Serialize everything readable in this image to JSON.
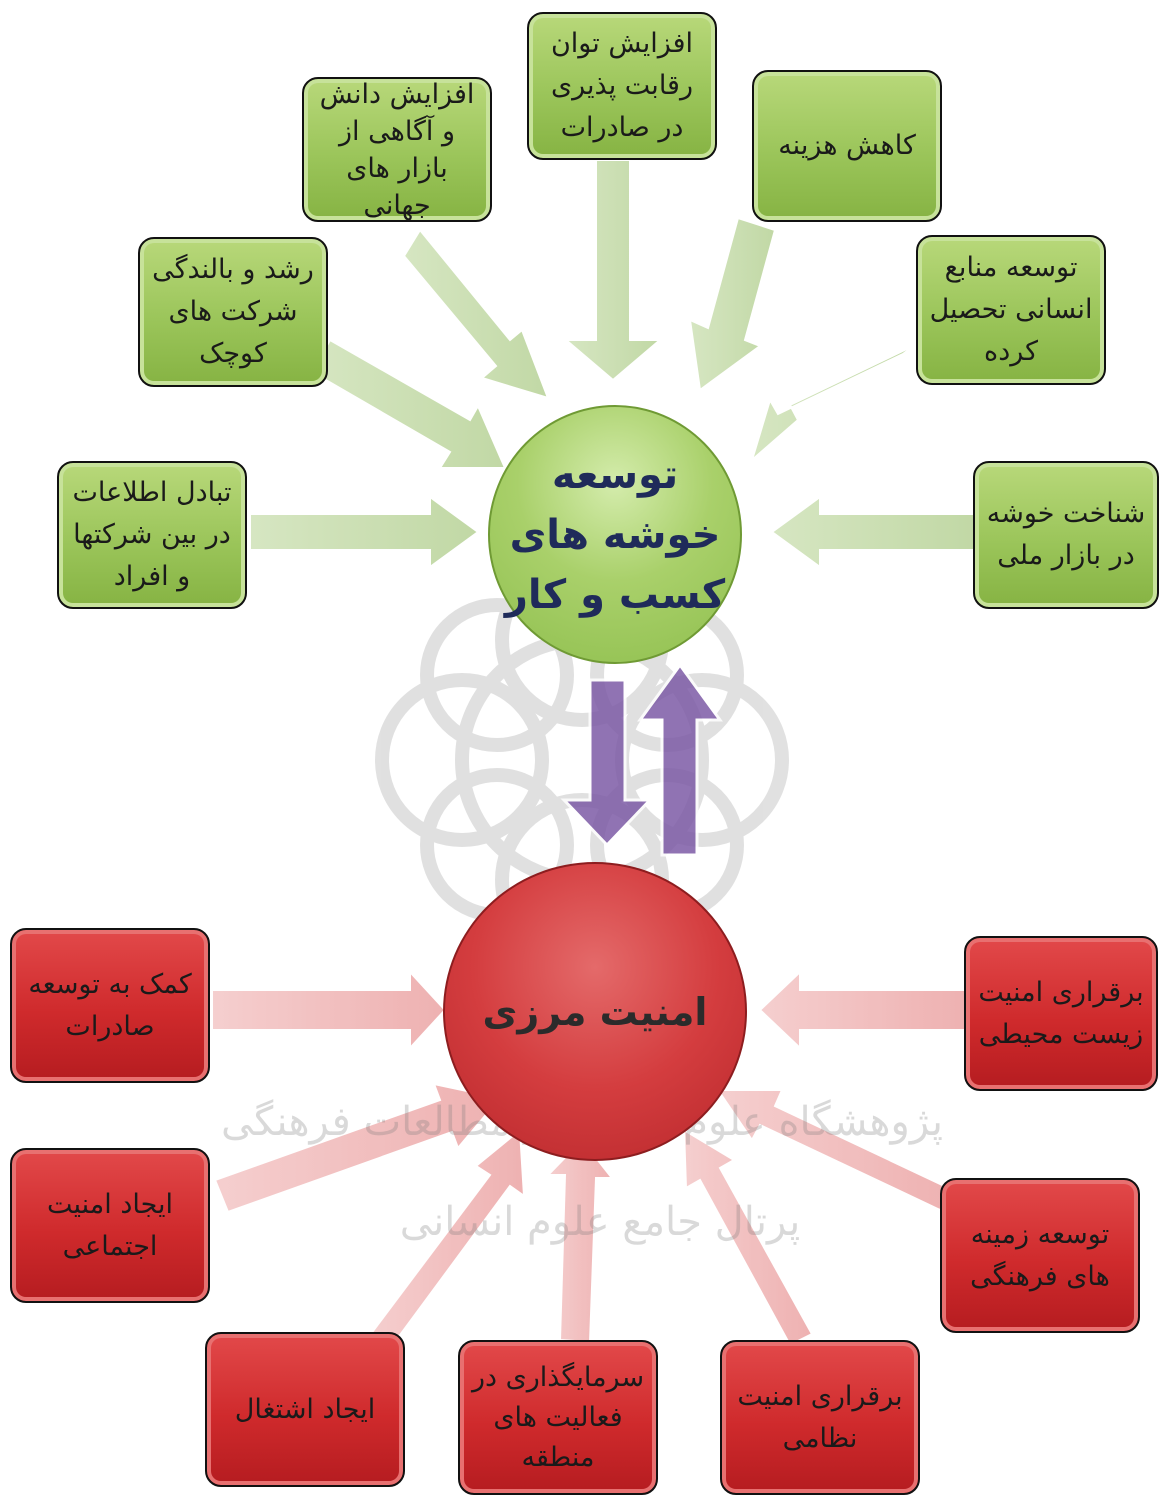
{
  "top_center": {
    "line1": "توسعه",
    "line2": "خوشه های",
    "line3": "کسب و کار"
  },
  "bottom_center": {
    "label": "امنیت مرزی"
  },
  "green_boxes": [
    {
      "id": "exchange",
      "text": "تبادل اطلاعات\nدر بین شرکتها\nو افراد"
    },
    {
      "id": "growth",
      "text": "رشد و بالندگی\nشرکت های\nکوچک"
    },
    {
      "id": "knowledge",
      "text": "افزایش دانش\nو آگاهی از\nبازار های\nجهانی"
    },
    {
      "id": "competition",
      "text": "افزایش توان\nرقابت پذیری\nدر صادرات"
    },
    {
      "id": "cost",
      "text": "کاهش هزینه"
    },
    {
      "id": "human",
      "text": "توسعه منابع\nانسانی تحصیل\nکرده"
    },
    {
      "id": "national",
      "text": "شناخت خوشه\nدر بازار ملی"
    }
  ],
  "red_boxes": [
    {
      "id": "export",
      "text": "کمک به توسعه\nصادرات"
    },
    {
      "id": "env",
      "text": "برقراری امنیت\nزیست محیطی"
    },
    {
      "id": "social",
      "text": "ایجاد امنیت\nاجتماعی"
    },
    {
      "id": "culture",
      "text": "توسعه زمینه\nهای فرهنگی"
    },
    {
      "id": "jobs",
      "text": "ایجاد اشتغال"
    },
    {
      "id": "invest",
      "text": "سرمایگذاری در\nفعالیت های\nمنطقه"
    },
    {
      "id": "military",
      "text": "برقراری امنیت\nنظامی"
    }
  ],
  "watermark": {
    "line1": "پژوهشگاه علوم انسانی و مطالعات فرهنگی",
    "line2": "پرتال جامع علوم انسانی"
  },
  "colors": {
    "green": "#9bc55a",
    "red": "#cf2a2c",
    "purple": "#7a5aa8",
    "green_arrow": "#c9dcb0",
    "red_arrow": "#f0b8b8"
  }
}
